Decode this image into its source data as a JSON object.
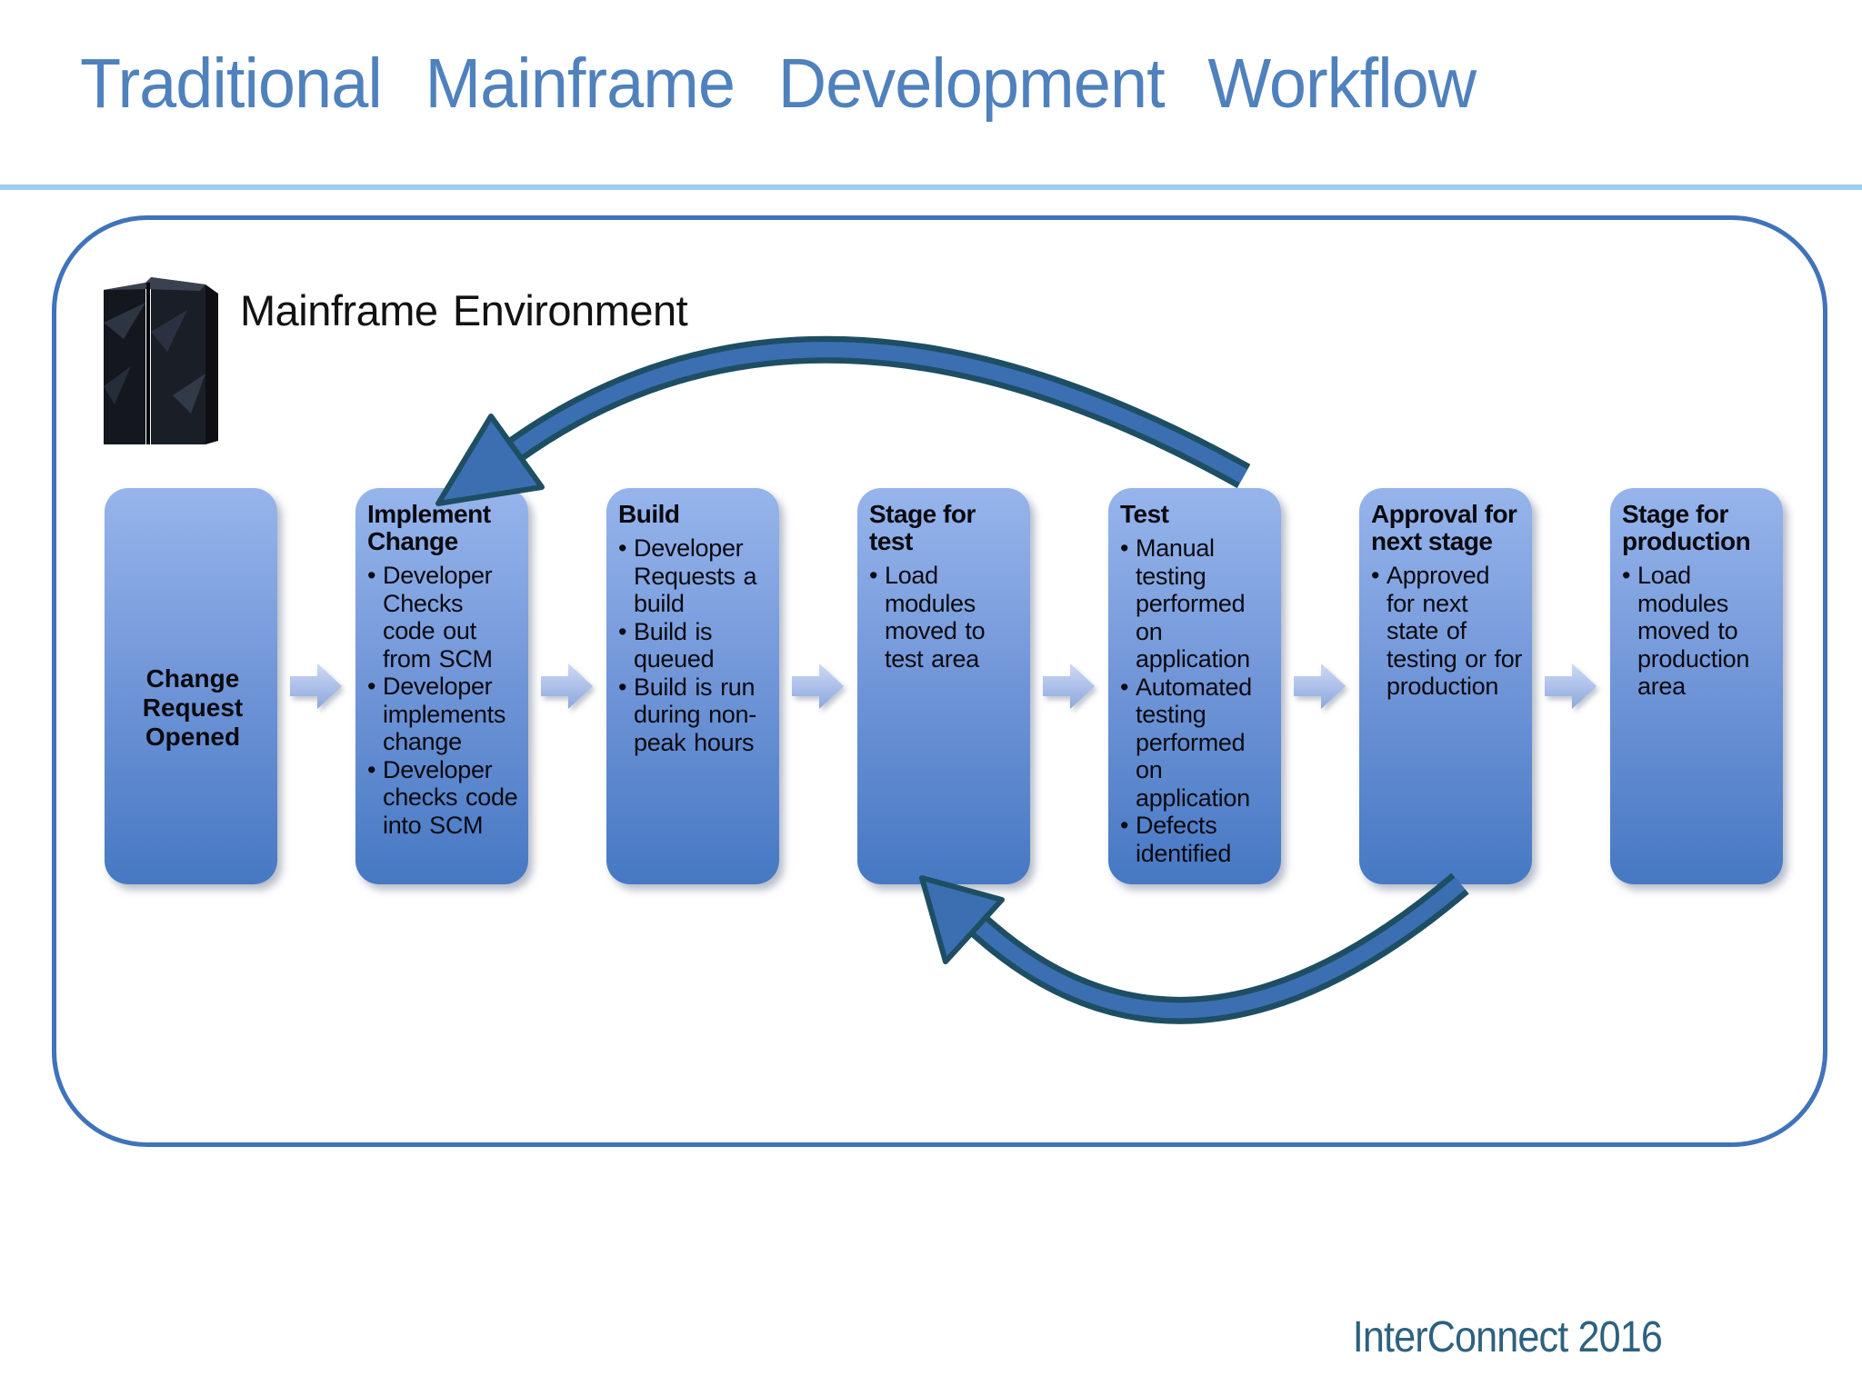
{
  "slide": {
    "title": "Traditional Mainframe Development Workflow",
    "footer": "InterConnect 2016"
  },
  "environment": {
    "label": "Mainframe Environment",
    "server_icon": "mainframe-server"
  },
  "workflow": {
    "boxes": [
      {
        "title": "Change Request Opened",
        "bullets": []
      },
      {
        "title": "Implement Change",
        "bullets": [
          "Developer Checks code out from SCM",
          "Developer implements change",
          "Developer checks code into SCM"
        ]
      },
      {
        "title": "Build",
        "bullets": [
          "Developer Requests a build",
          "Build is queued",
          "Build is run during non-peak hours"
        ]
      },
      {
        "title": "Stage for test",
        "bullets": [
          "Load modules moved  to test area"
        ]
      },
      {
        "title": "Test",
        "bullets": [
          "Manual testing performed on application",
          "Automated testing performed on application",
          "Defects identified"
        ]
      },
      {
        "title": "Approval for next stage",
        "bullets": [
          "Approved for next state of testing or for production"
        ]
      },
      {
        "title": "Stage for production",
        "bullets": [
          "Load modules moved  to production area"
        ]
      }
    ],
    "flow_arrow_icon": "right-block-arrow",
    "loop_arrows": {
      "top": "curved-arrow-from-test-back-to-implement-change",
      "bottom": "curved-arrow-from-approval-back-to-stage-for-test"
    }
  },
  "colors": {
    "title_blue": "#4f81bd",
    "divider_blue": "#9ccef2",
    "frame_border": "#3f73ba",
    "box_top": "#97b5ec",
    "box_bottom": "#4678c3",
    "loop_fill": "#3b6fb2",
    "loop_outline": "#1e4e63",
    "footer_blue": "#2d617f"
  }
}
